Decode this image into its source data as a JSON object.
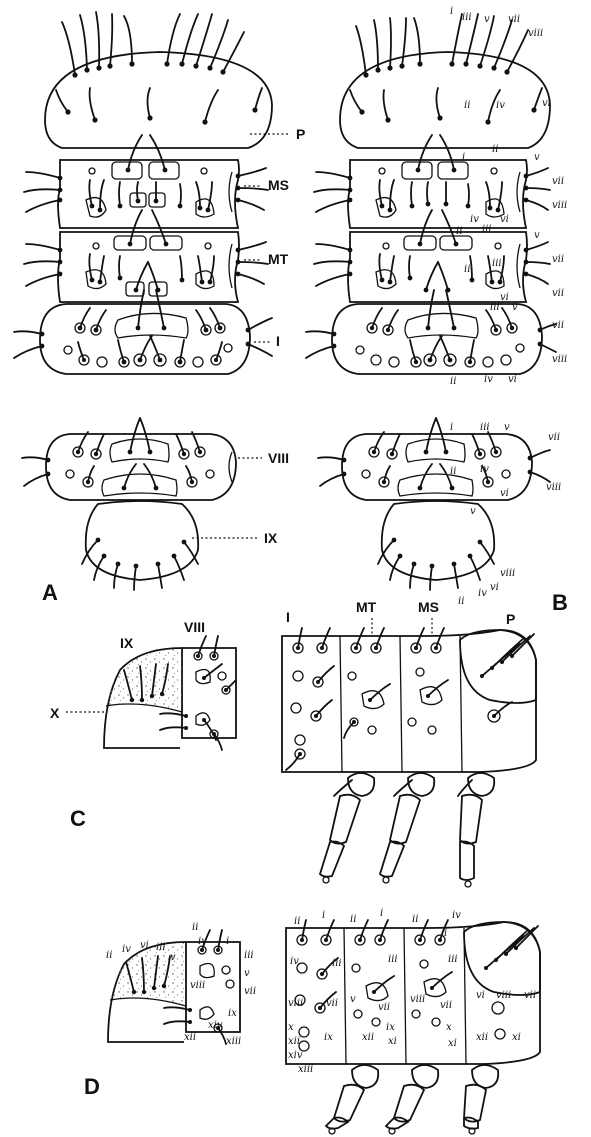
{
  "panels": {
    "a": {
      "label": "A",
      "parts": {
        "p": "P",
        "ms": "MS",
        "mt": "MT",
        "i": "I",
        "viii": "VIII",
        "ix": "IX"
      }
    },
    "b": {
      "label": "B",
      "p_setae": [
        "i",
        "iii",
        "v",
        "vii",
        "viii",
        "ii",
        "iv",
        "vi"
      ],
      "ms_setae": [
        "i",
        "ii",
        "v",
        "vii",
        "viii",
        "iii",
        "iv",
        "vi"
      ],
      "mt_setae": [
        "ii",
        "iii",
        "v",
        "vii",
        "vii",
        "ii",
        "vi",
        "iii",
        "v"
      ],
      "i_setae": [
        "vii",
        "viii",
        "ii",
        "iv",
        "vi"
      ],
      "viii_setae": [
        "i",
        "iii",
        "v",
        "vii",
        "viii",
        "ii",
        "iv",
        "vi"
      ],
      "ix_setae": [
        "v",
        "viii",
        "iv",
        "vi",
        "ii"
      ]
    },
    "c": {
      "label": "C",
      "parts": {
        "ix": "IX",
        "viii": "VIII",
        "x": "X",
        "i": "I",
        "mt": "MT",
        "ms": "MS",
        "p": "P"
      }
    },
    "d": {
      "label": "D",
      "abd_setae": [
        "ii",
        "iv",
        "vi",
        "iii",
        "v",
        "ii",
        "iv",
        "i",
        "iii",
        "v",
        "vii",
        "viii",
        "ix",
        "xiv",
        "xii",
        "xiii"
      ],
      "thorax_setae": [
        "ii",
        "i",
        "iv",
        "iii",
        "vii",
        "viii",
        "x",
        "xii",
        "xiv",
        "xiii",
        "ix",
        "ii",
        "i",
        "iii",
        "v",
        "vii",
        "ix",
        "xii",
        "xi",
        "ii",
        "iv",
        "i",
        "iii",
        "vii",
        "viii",
        "x",
        "xi",
        "vi",
        "viii",
        "vii",
        "xii",
        "xi"
      ]
    }
  }
}
